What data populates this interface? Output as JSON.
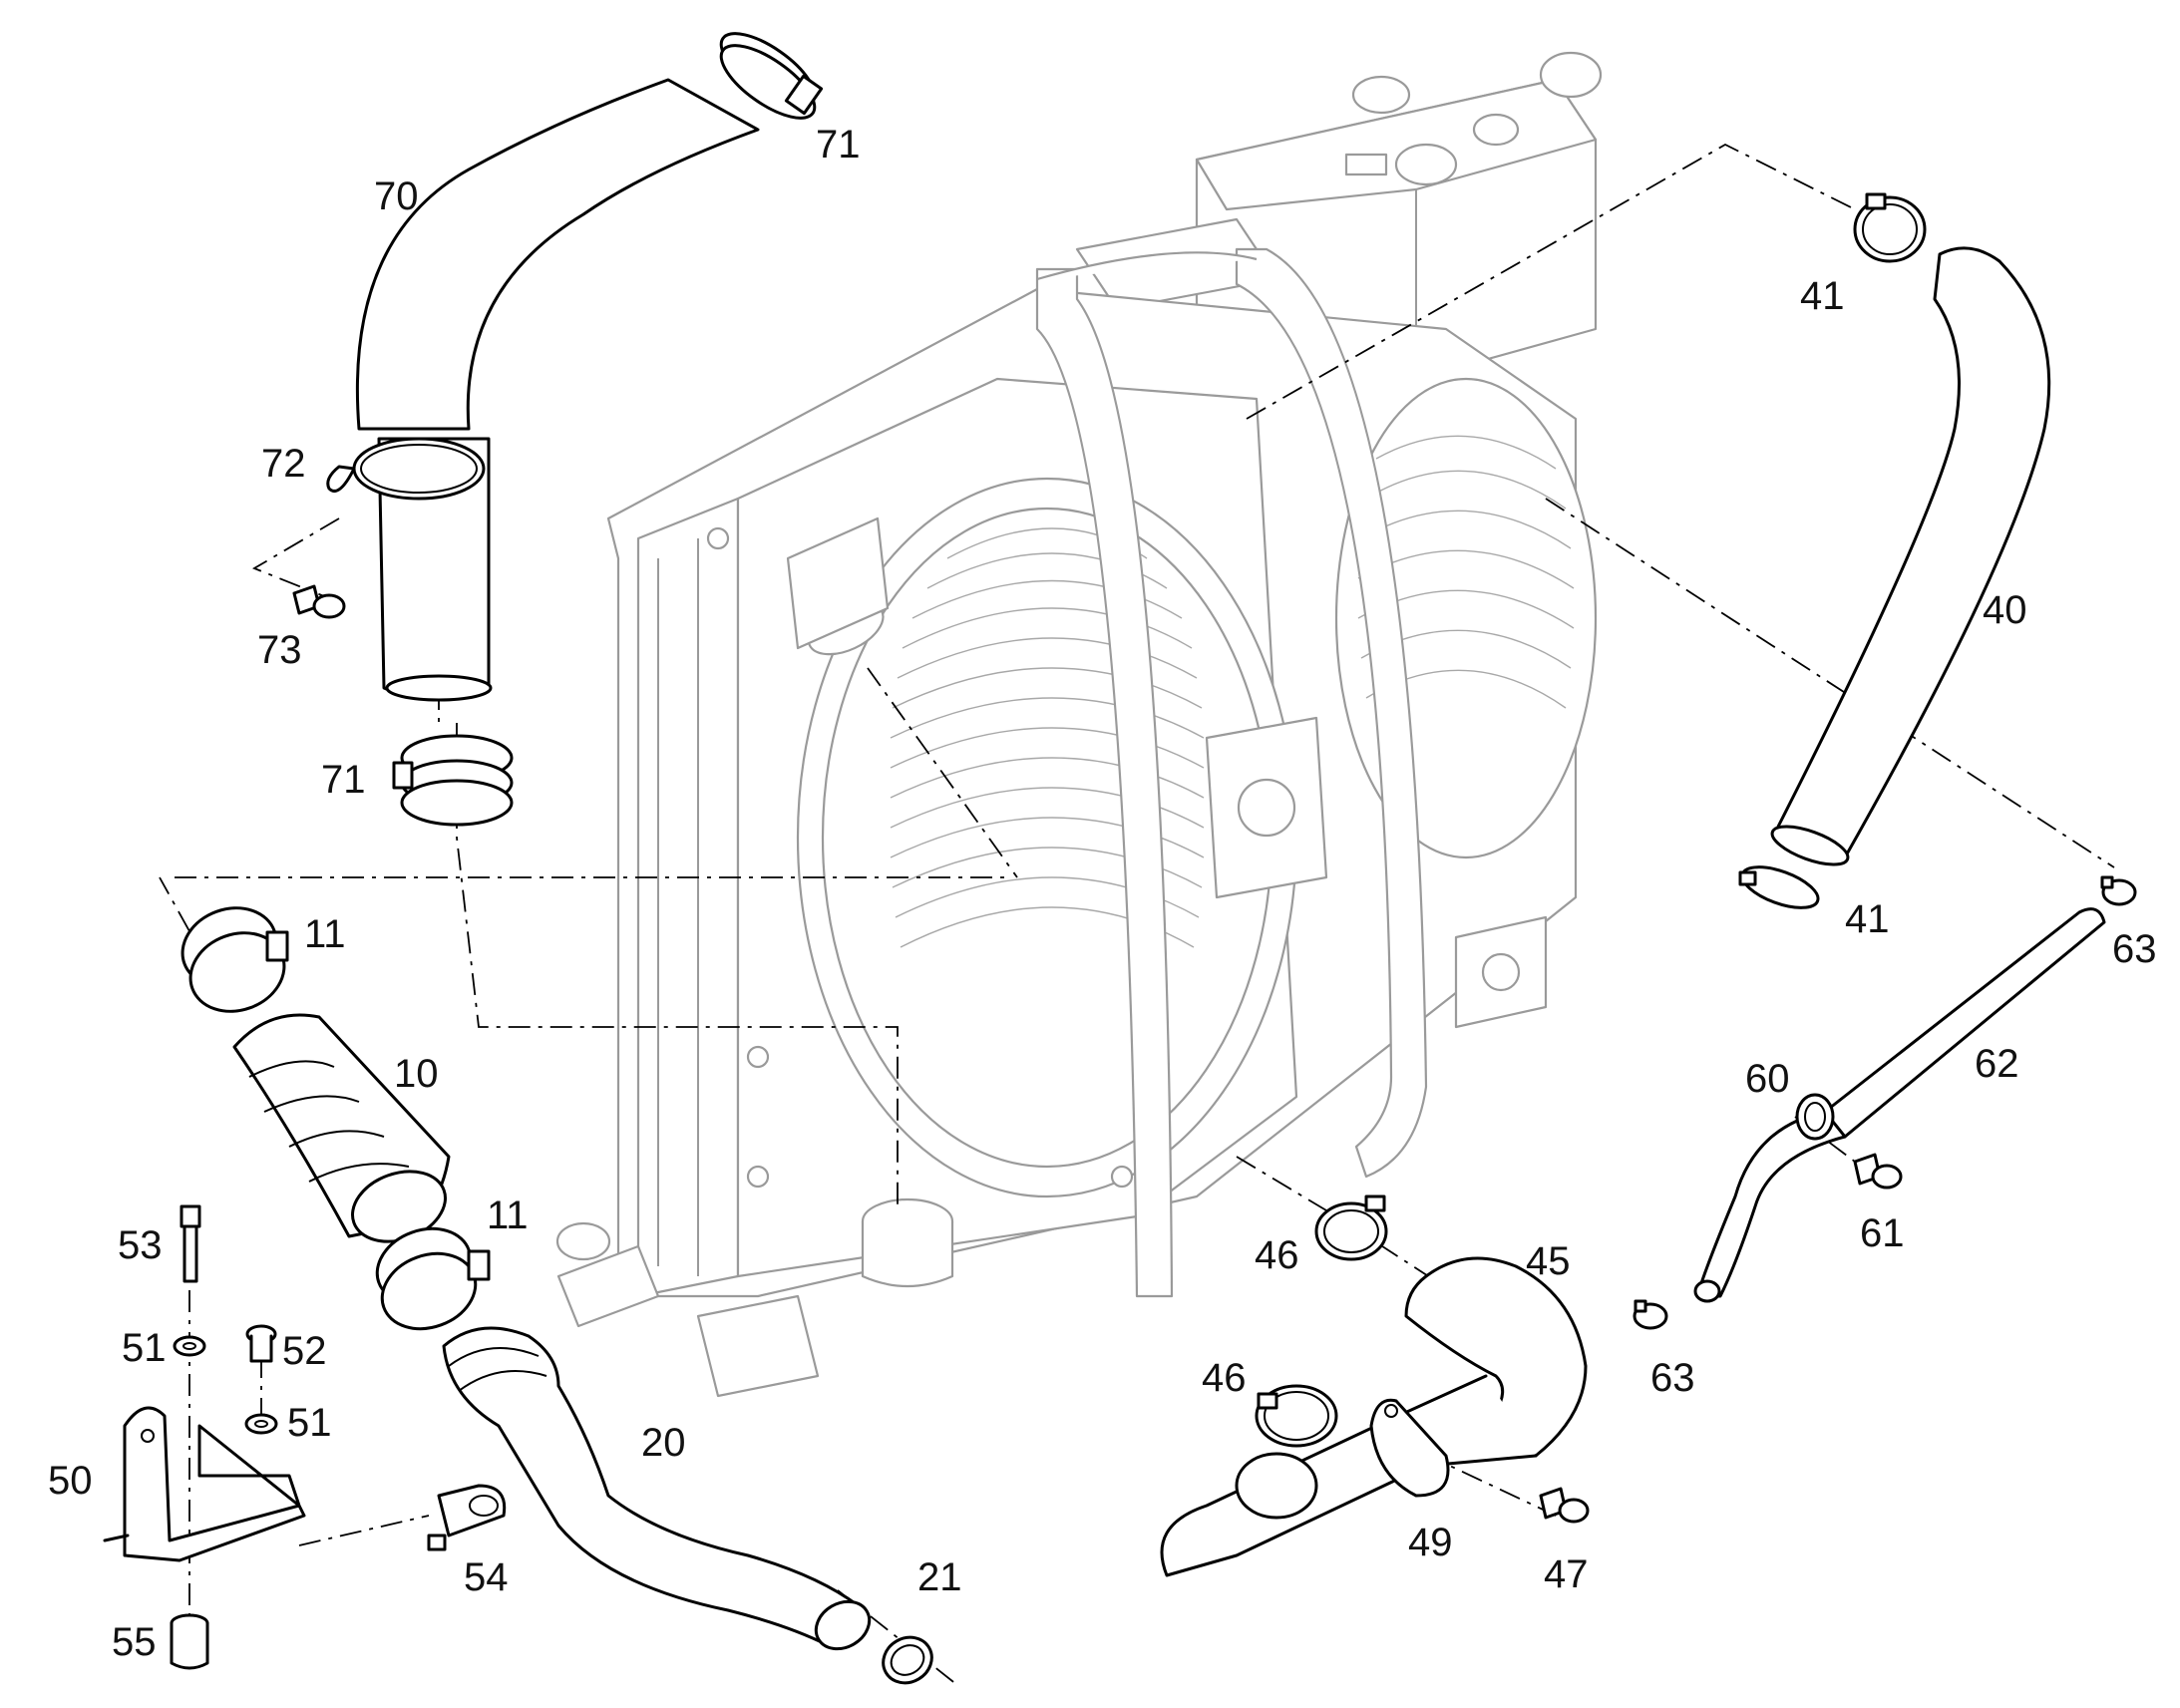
{
  "callouts": [
    {
      "id": "70",
      "label": "70"
    },
    {
      "id": "71a",
      "label": "71"
    },
    {
      "id": "72",
      "label": "72"
    },
    {
      "id": "73",
      "label": "73"
    },
    {
      "id": "71b",
      "label": "71"
    },
    {
      "id": "11a",
      "label": "11"
    },
    {
      "id": "10",
      "label": "10"
    },
    {
      "id": "11b",
      "label": "11"
    },
    {
      "id": "53",
      "label": "53"
    },
    {
      "id": "51a",
      "label": "51"
    },
    {
      "id": "52",
      "label": "52"
    },
    {
      "id": "51b",
      "label": "51"
    },
    {
      "id": "50",
      "label": "50"
    },
    {
      "id": "54",
      "label": "54"
    },
    {
      "id": "55",
      "label": "55"
    },
    {
      "id": "20",
      "label": "20"
    },
    {
      "id": "21",
      "label": "21"
    },
    {
      "id": "41a",
      "label": "41"
    },
    {
      "id": "40",
      "label": "40"
    },
    {
      "id": "41b",
      "label": "41"
    },
    {
      "id": "63a",
      "label": "63"
    },
    {
      "id": "62",
      "label": "62"
    },
    {
      "id": "60",
      "label": "60"
    },
    {
      "id": "61",
      "label": "61"
    },
    {
      "id": "63b",
      "label": "63"
    },
    {
      "id": "46a",
      "label": "46"
    },
    {
      "id": "45",
      "label": "45"
    },
    {
      "id": "46b",
      "label": "46"
    },
    {
      "id": "49",
      "label": "49"
    },
    {
      "id": "47",
      "label": "47"
    }
  ]
}
